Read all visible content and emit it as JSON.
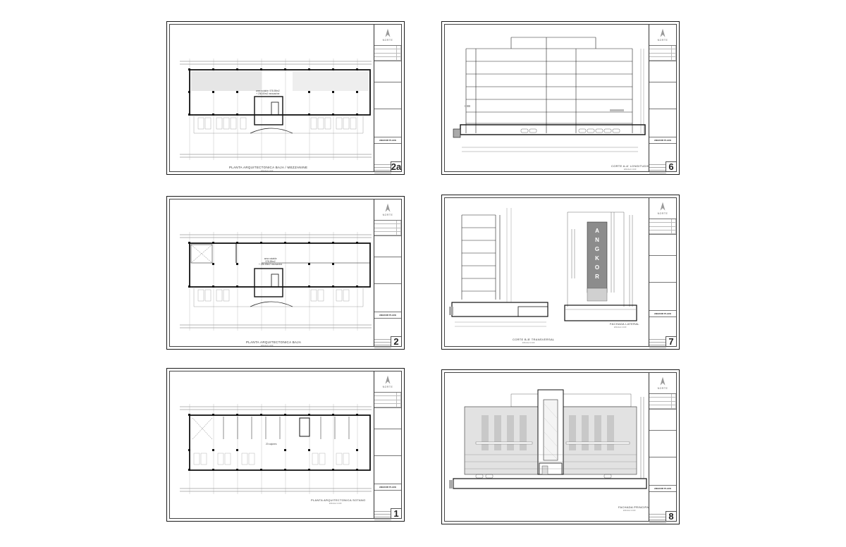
{
  "brand": "NORTE",
  "project_name": "ANGKOR PLACE",
  "sheets": [
    {
      "number": "2a",
      "drawing_title": "PLANTA ARQUITECTONICA BAJA / MEZZANINE",
      "scale": "ESCALA 1:100",
      "area_line1": "area notable: 978.59m2",
      "area_line2": "+ 236.80m2 mezzanine"
    },
    {
      "number": "2",
      "drawing_title": "PLANTA ARQUITECTONICA BAJA",
      "scale": "ESCALA 1:100",
      "area_line1": "area notable",
      "area_line2": "978.59m2",
      "area_line3": "+ 236.80m2 mezzanine"
    },
    {
      "number": "1",
      "drawing_title": "PLANTA ARQUITECTONICA SOTANO",
      "scale": "ESCALA 1:100",
      "area_line1": "20 cajones"
    },
    {
      "number": "6",
      "drawing_title": "CORTE A-A' LONGITUDINAL",
      "scale": "ESCALA 1:100"
    },
    {
      "number": "7",
      "drawing_title_a": "CORTE B-B' TRANSVERSAL",
      "scale_a": "ESCALA 1:100",
      "drawing_title_b": "FACHADA LATERAL",
      "scale_b": "ESCALA 1:100",
      "sign_text": [
        "A",
        "N",
        "G",
        "K",
        "O",
        "R"
      ]
    },
    {
      "number": "8",
      "drawing_title": "FACHADA PRINCIPAL",
      "scale": "ESCALA 1:100"
    }
  ]
}
